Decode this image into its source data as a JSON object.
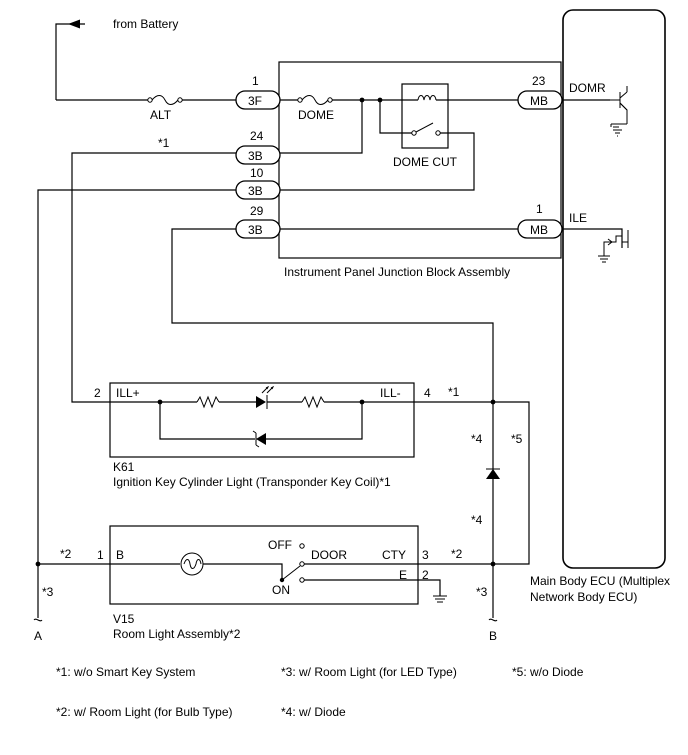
{
  "from_battery": "from Battery",
  "fuses": {
    "alt": "ALT",
    "dome": "DOME"
  },
  "relay": {
    "label": "DOME CUT"
  },
  "junction_block": {
    "label": "Instrument Panel Junction Block Assembly",
    "connectors": [
      {
        "pin": "1",
        "code": "3F"
      },
      {
        "pin": "24",
        "code": "3B"
      },
      {
        "pin": "10",
        "code": "3B"
      },
      {
        "pin": "29",
        "code": "3B"
      },
      {
        "pin": "23",
        "code": "MB"
      },
      {
        "pin": "1",
        "code": "MB"
      }
    ]
  },
  "ecu": {
    "label_line1": "Main Body ECU (Multiplex",
    "label_line2": "Network Body ECU)",
    "terminals": {
      "domr": "DOMR",
      "ile": "ILE"
    }
  },
  "k61": {
    "code": "K61",
    "name": "Ignition Key Cylinder Light (Transponder Key Coil)*1",
    "pin_left": "2",
    "pin_right": "4",
    "term_left": "ILL+",
    "term_right": "ILL-"
  },
  "v15": {
    "code": "V15",
    "name": "Room Light Assembly*2",
    "pin_b": "1",
    "term_b": "B",
    "pin_cty": "3",
    "term_cty": "CTY",
    "pin_e": "2",
    "term_e": "E",
    "sw_off": "OFF",
    "sw_door": "DOOR",
    "sw_on": "ON"
  },
  "markers": {
    "m1a": "*1",
    "m1b": "*1",
    "m2a": "*2",
    "m2b": "*2",
    "m3a": "*3",
    "m3b": "*3",
    "m4a": "*4",
    "m4b": "*4",
    "m5": "*5"
  },
  "ends": {
    "a": "A",
    "b": "B"
  },
  "notes": [
    "*1: w/o Smart Key System",
    "*2: w/ Room Light (for Bulb Type)",
    "*3: w/ Room Light (for LED Type)",
    "*4: w/ Diode",
    "*5: w/o Diode"
  ]
}
